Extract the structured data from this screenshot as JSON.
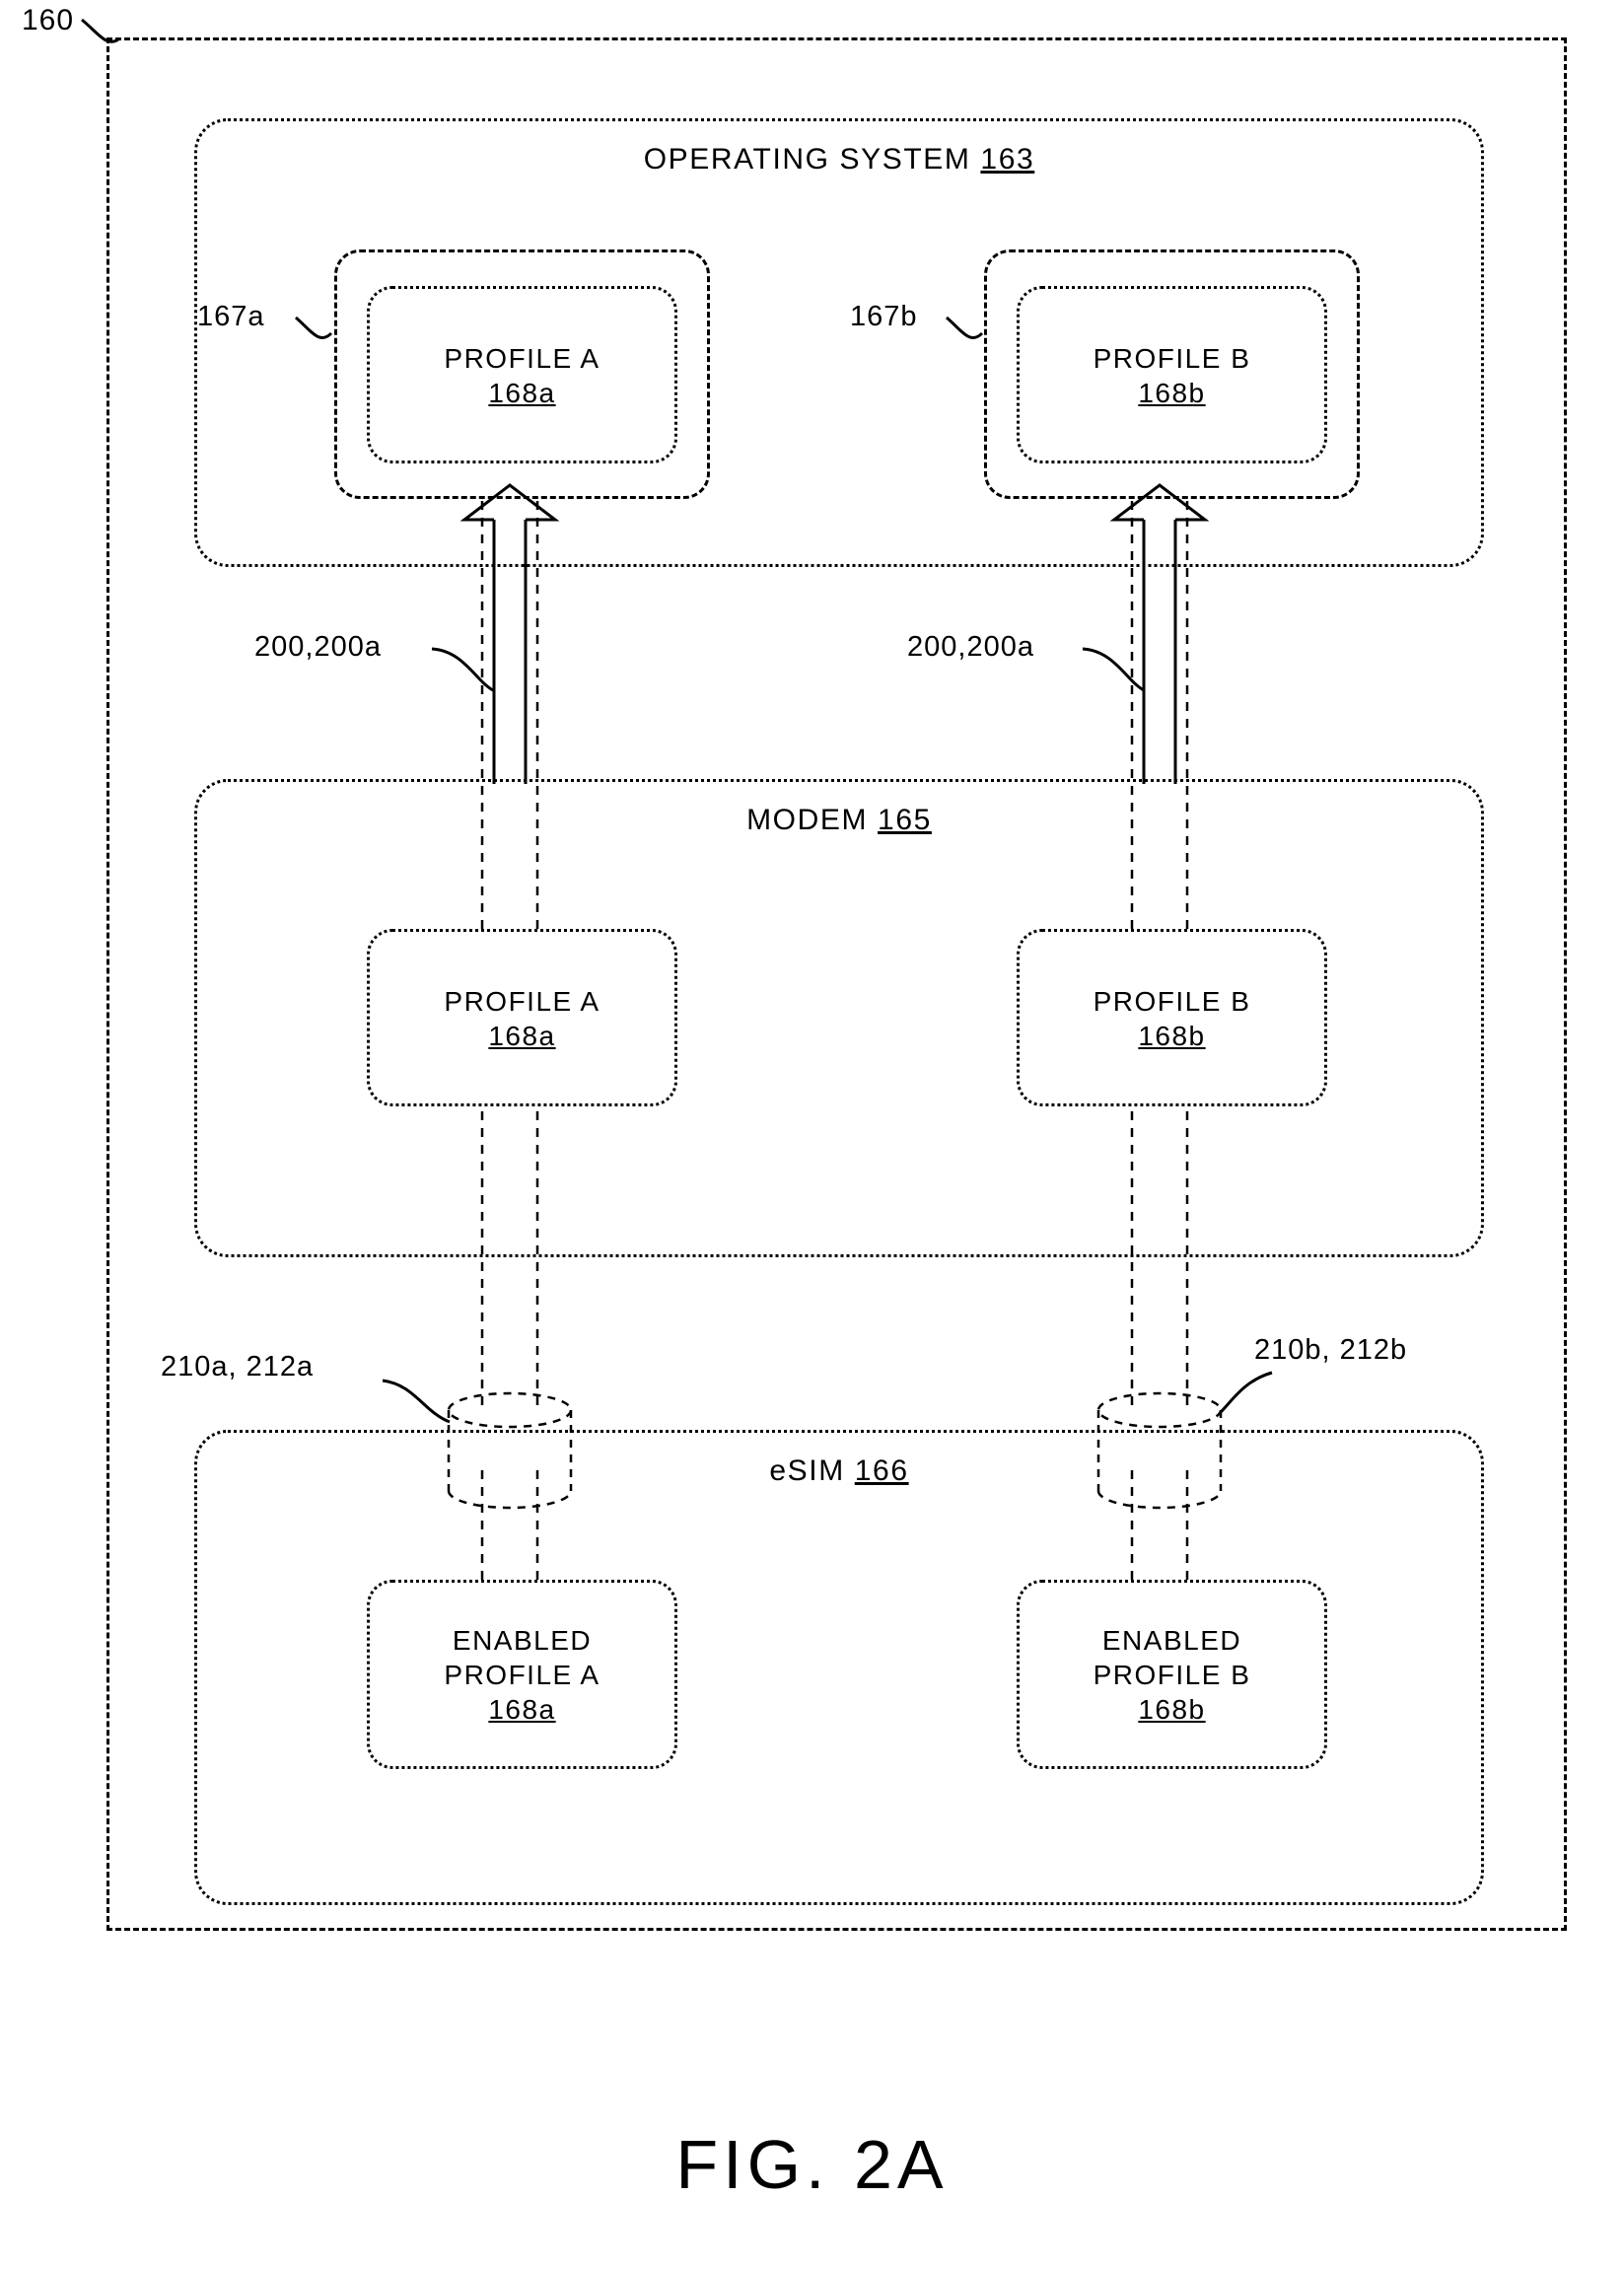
{
  "figure": {
    "caption": "FIG. 2A",
    "device_ref": "160"
  },
  "layers": {
    "os": {
      "title_text": "OPERATING SYSTEM ",
      "title_ref": "163"
    },
    "modem": {
      "title_text": "MODEM ",
      "title_ref": "165"
    },
    "esim": {
      "title_text": "eSIM ",
      "title_ref": "166"
    }
  },
  "os_profiles": [
    {
      "wrapper_ref": "167a",
      "name": "PROFILE A",
      "ref": "168a"
    },
    {
      "wrapper_ref": "167b",
      "name": "PROFILE B",
      "ref": "168b"
    }
  ],
  "modem_profiles": [
    {
      "name": "PROFILE A",
      "ref": "168a"
    },
    {
      "name": "PROFILE B",
      "ref": "168b"
    }
  ],
  "esim_profiles": [
    {
      "name": "ENABLED\nPROFILE A",
      "ref": "168a"
    },
    {
      "name": "ENABLED\nPROFILE B",
      "ref": "168b"
    }
  ],
  "connector_labels": {
    "os_modem_left": "200,200a",
    "os_modem_right": "200,200a",
    "esim_port_left": "210a, 212a",
    "esim_port_right": "210b, 212b"
  },
  "colors": {
    "line": "#000000",
    "background": "#ffffff"
  }
}
